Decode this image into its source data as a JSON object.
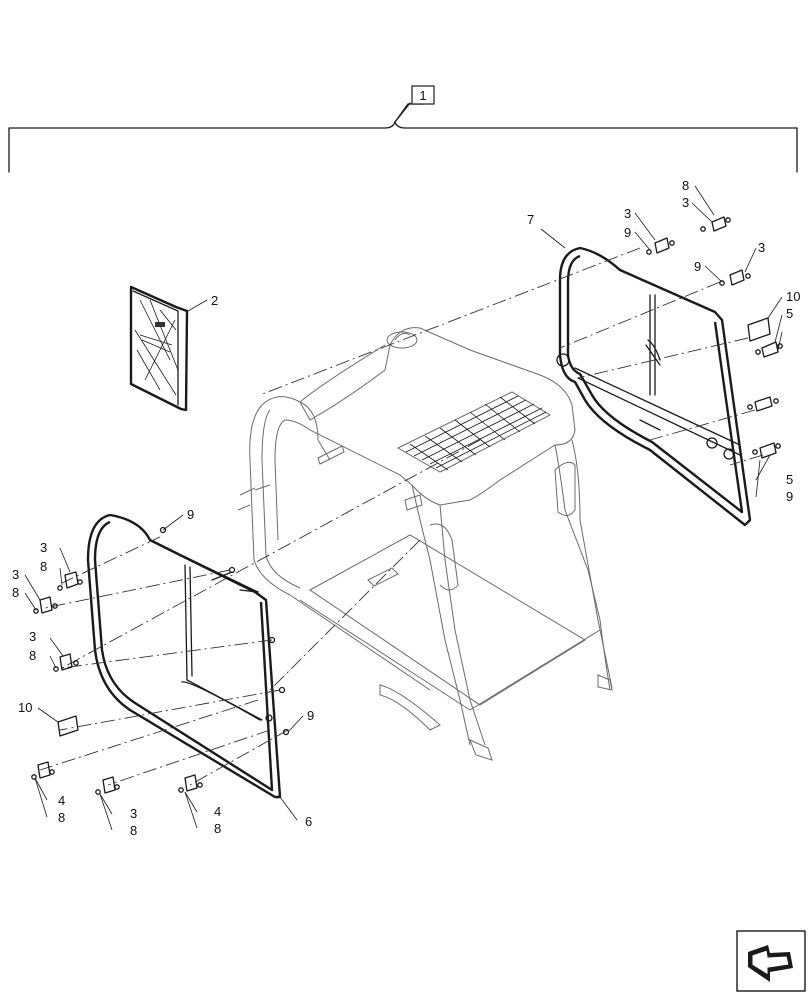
{
  "assembly_label": "1",
  "callouts": [
    {
      "id": "c-7",
      "text": "7"
    },
    {
      "id": "c-8-top",
      "text": "8"
    },
    {
      "id": "c-3-top-a",
      "text": "3"
    },
    {
      "id": "c-3-top-b",
      "text": "3"
    },
    {
      "id": "c-9-top-a",
      "text": "9"
    },
    {
      "id": "c-9-top-b",
      "text": "9"
    },
    {
      "id": "c-3-top-c",
      "text": "3"
    },
    {
      "id": "c-10-right",
      "text": "10"
    },
    {
      "id": "c-5-right-a",
      "text": "5"
    },
    {
      "id": "c-5-right-b",
      "text": "5"
    },
    {
      "id": "c-9-right",
      "text": "9"
    },
    {
      "id": "c-2",
      "text": "2"
    },
    {
      "id": "c-9-left-top",
      "text": "9"
    },
    {
      "id": "c-3-left-a",
      "text": "3"
    },
    {
      "id": "c-8-left-a",
      "text": "8"
    },
    {
      "id": "c-3-left-b",
      "text": "3"
    },
    {
      "id": "c-8-left-b",
      "text": "8"
    },
    {
      "id": "c-3-left-c",
      "text": "3"
    },
    {
      "id": "c-8-left-c",
      "text": "8"
    },
    {
      "id": "c-10-left",
      "text": "10"
    },
    {
      "id": "c-9-left-mid",
      "text": "9"
    },
    {
      "id": "c-4-bot-a",
      "text": "4"
    },
    {
      "id": "c-8-bot-a",
      "text": "8"
    },
    {
      "id": "c-3-bot",
      "text": "3"
    },
    {
      "id": "c-8-bot-b",
      "text": "8"
    },
    {
      "id": "c-4-bot-b",
      "text": "4"
    },
    {
      "id": "c-8-bot-c",
      "text": "8"
    },
    {
      "id": "c-6",
      "text": "6"
    }
  ],
  "nav_icon": "next-page-arrow-icon"
}
